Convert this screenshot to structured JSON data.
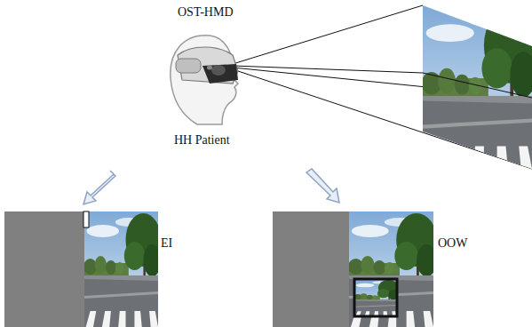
{
  "diagram": {
    "labels": [
      "OST-HMD",
      "HH Patient",
      "EI",
      "OOW"
    ]
  }
}
